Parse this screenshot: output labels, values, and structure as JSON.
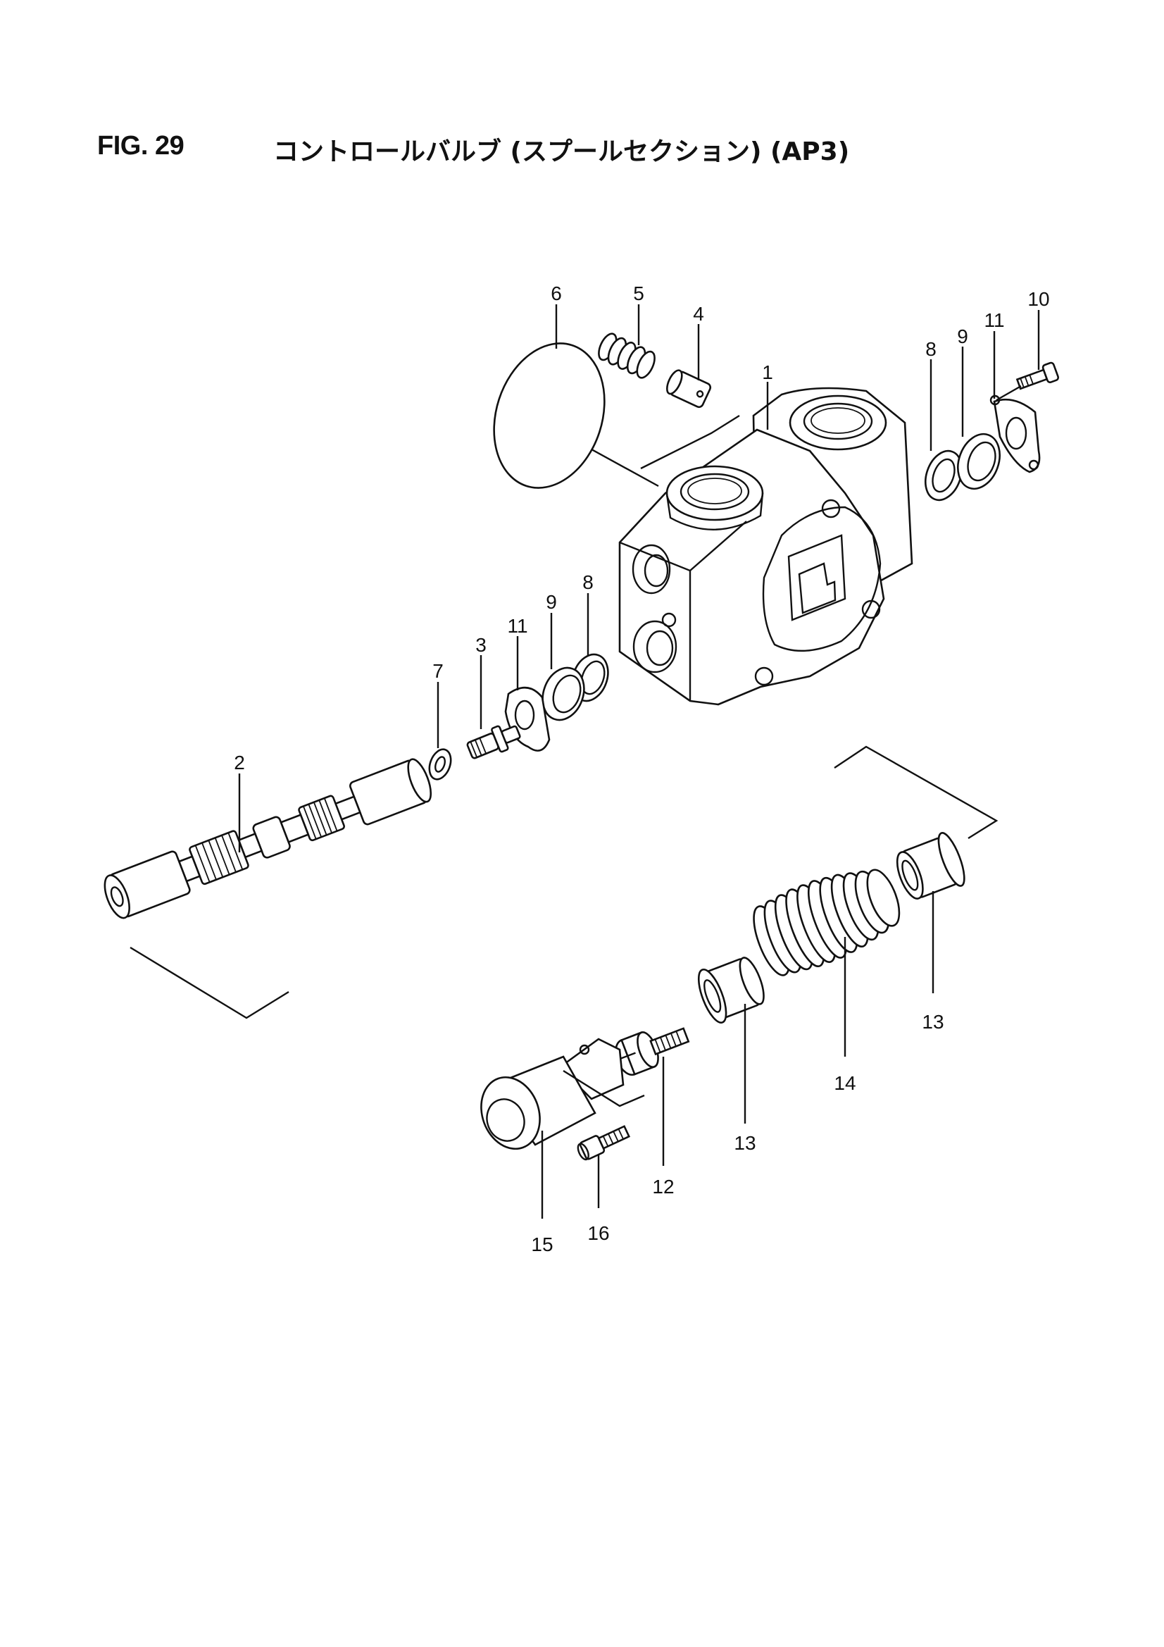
{
  "figure": {
    "number": "FIG. 29",
    "title": "コントロールバルブ (スプールセクション) (AP3)"
  },
  "callouts": [
    {
      "id": "c1",
      "text": "1"
    },
    {
      "id": "c2",
      "text": "2"
    },
    {
      "id": "c3",
      "text": "3"
    },
    {
      "id": "c4",
      "text": "4"
    },
    {
      "id": "c5",
      "text": "5"
    },
    {
      "id": "c6",
      "text": "6"
    },
    {
      "id": "c7",
      "text": "7"
    },
    {
      "id": "c8a",
      "text": "8"
    },
    {
      "id": "c8b",
      "text": "8"
    },
    {
      "id": "c9a",
      "text": "9"
    },
    {
      "id": "c9b",
      "text": "9"
    },
    {
      "id": "c10",
      "text": "10"
    },
    {
      "id": "c11a",
      "text": "11"
    },
    {
      "id": "c11b",
      "text": "11"
    },
    {
      "id": "c12",
      "text": "12"
    },
    {
      "id": "c13a",
      "text": "13"
    },
    {
      "id": "c13b",
      "text": "13"
    },
    {
      "id": "c14",
      "text": "14"
    },
    {
      "id": "c15",
      "text": "15"
    },
    {
      "id": "c16",
      "text": "16"
    }
  ]
}
